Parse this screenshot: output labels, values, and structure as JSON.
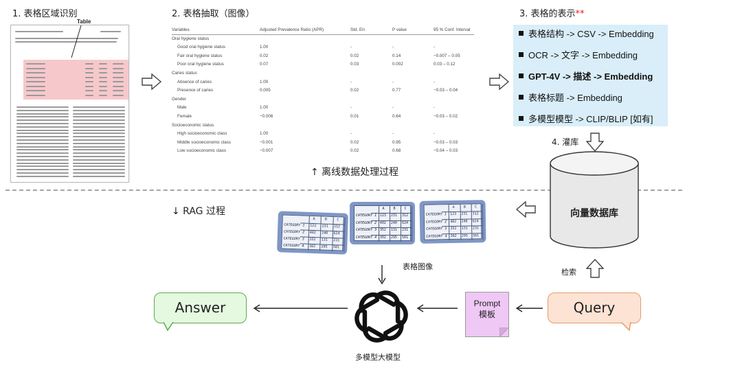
{
  "steps": {
    "s1": "1. 表格区域识别",
    "s2": "2. 表格抽取（图像）",
    "s3": "3. 表格的表示",
    "s3_star": "**",
    "s4": "4. 灌库"
  },
  "paper": {
    "callout_label": "Table"
  },
  "extracted_table": {
    "headers": [
      "Variables",
      "Adjusted Prevalence Ratio (APR)",
      "Std. Err.",
      "P value",
      "95 % Conf. Interval"
    ],
    "rows": [
      {
        "indent": false,
        "cells": [
          "Oral hygiene status",
          "",
          "",
          "",
          ""
        ]
      },
      {
        "indent": true,
        "cells": [
          "Good oral hygiene status",
          "1.00",
          "-",
          "-",
          "-"
        ]
      },
      {
        "indent": true,
        "cells": [
          "Fair oral hygiene status",
          "0.02",
          "0.02",
          "0.14",
          "−0.007 – 0.05"
        ]
      },
      {
        "indent": true,
        "cells": [
          "Poor oral hygiene status",
          "0.07",
          "0.03",
          "0.002",
          "0.03 – 0.12"
        ]
      },
      {
        "indent": false,
        "cells": [
          "Caries status",
          "",
          "",
          "",
          ""
        ]
      },
      {
        "indent": true,
        "cells": [
          "Absence of caries",
          "1.00",
          "-",
          "-",
          "-"
        ]
      },
      {
        "indent": true,
        "cells": [
          "Presence of caries",
          "0.005",
          "0.02",
          "0.77",
          "−0.03 – 0.04"
        ]
      },
      {
        "indent": false,
        "cells": [
          "Gender",
          "",
          "",
          "",
          ""
        ]
      },
      {
        "indent": true,
        "cells": [
          "Male",
          "1.00",
          "-",
          "-",
          "-"
        ]
      },
      {
        "indent": true,
        "cells": [
          "Female",
          "−0.006",
          "0.01",
          "0.64",
          "−0.03 – 0.02"
        ]
      },
      {
        "indent": false,
        "cells": [
          "Socioeconomic status",
          "",
          "",
          "",
          ""
        ]
      },
      {
        "indent": true,
        "cells": [
          "High socioeconomic class",
          "1.00",
          "-",
          "-",
          "-"
        ]
      },
      {
        "indent": true,
        "cells": [
          "Middle socioeconomic class",
          "−0.001",
          "0.02",
          "0.95",
          "−0.03 – 0.03"
        ]
      },
      {
        "indent": true,
        "cells": [
          "Low socioeconomic class",
          "−0.007",
          "0.02",
          "0.68",
          "−0.04 – 0.03"
        ]
      }
    ]
  },
  "representations": [
    {
      "text": "表格结构 -> CSV -> Embedding",
      "bold": false
    },
    {
      "text": "OCR -> 文字 -> Embedding",
      "bold": false
    },
    {
      "text": "GPT-4V -> 描述 -> Embedding",
      "bold": true
    },
    {
      "text": "表格标题 -> Embedding",
      "bold": false
    },
    {
      "text": "多模型模型 -> CLIP/BLIP [如有]",
      "bold": false
    }
  ],
  "captions": {
    "offline": "↑ 离线数据处理过程",
    "rag": "↓ RAG 过程",
    "table_image": "表格图像",
    "retrieve": "检索",
    "llm": "多模型大模型"
  },
  "vector_db": "向量数据库",
  "answer": "Answer",
  "query": "Query",
  "prompt": {
    "line1": "Prompt",
    "line2": "模板"
  },
  "cards": {
    "col_headers": [
      "A",
      "B",
      "C"
    ],
    "row_labels": [
      "CATEGORY 1",
      "CATEGORY 2",
      "CATEGORY 3",
      "CATEGORY 4"
    ],
    "values": [
      [
        "123",
        "231",
        "312"
      ],
      [
        "402",
        "240",
        "624"
      ],
      [
        "352",
        "131",
        "231"
      ],
      [
        "302",
        "295",
        "581"
      ]
    ]
  },
  "colors": {
    "rep_bg": "#d9eef9",
    "answer_bg": "#e5f8e0",
    "query_bg": "#fce3d3",
    "prompt_bg": "#efc8f5",
    "card_bg": "#7f97c6",
    "paper_highlight": "#f6c8cc"
  }
}
